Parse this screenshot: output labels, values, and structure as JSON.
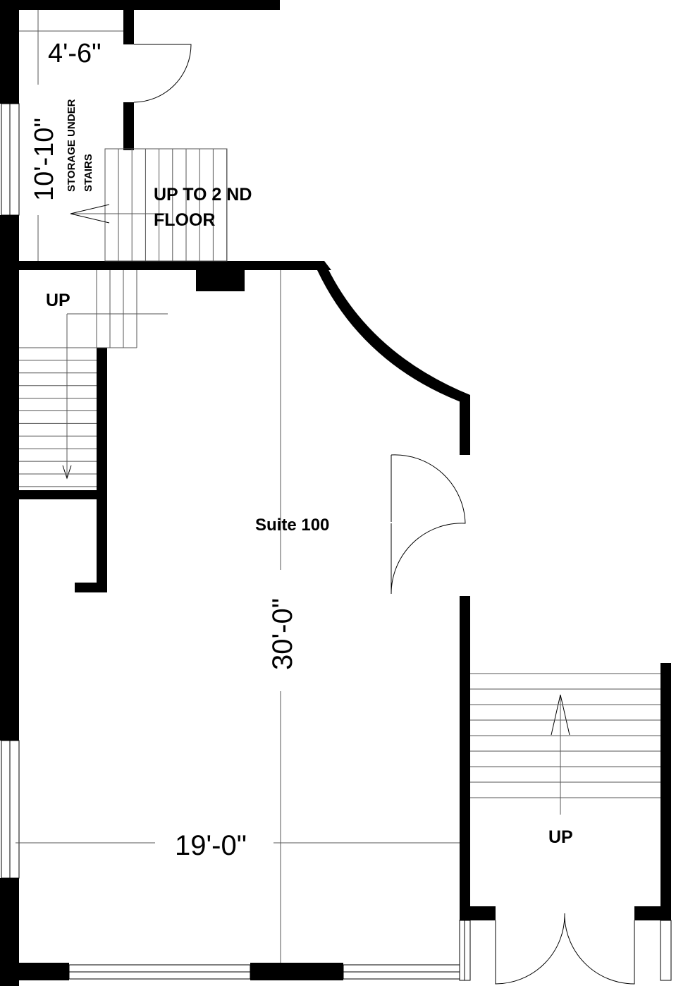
{
  "labels": {
    "storage_line1": "STORAGE  UNDER",
    "storage_line2": "STAIRS",
    "up_to_2nd_line1": "UP TO 2 ND",
    "up_to_2nd_line2": "FLOOR",
    "up_left": "UP",
    "suite": "Suite 100",
    "up_right": "UP"
  },
  "dimensions": {
    "storage_width": "4'-6\"",
    "storage_depth": "10'-10\"",
    "suite_depth": "30'-0\"",
    "suite_width": "19'-0\""
  },
  "colors": {
    "walls": "#000000",
    "background": "#ffffff"
  }
}
